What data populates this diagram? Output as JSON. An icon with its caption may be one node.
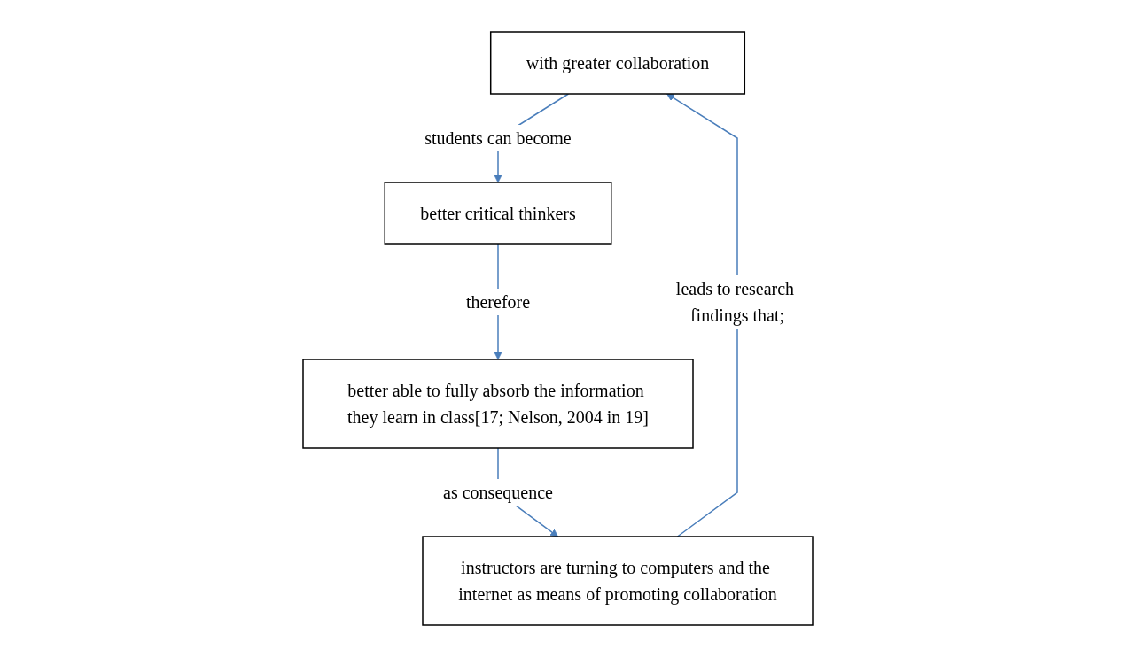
{
  "diagram": {
    "nodes": [
      {
        "text": [
          "with greater collaboration"
        ]
      },
      {
        "text": [
          "better critical thinkers"
        ]
      },
      {
        "text": [
          "better able to fully absorb the information they learn in class[17; Nelson, 2004 in 19]"
        ]
      },
      {
        "text": [
          "instructors are turning to computers and the internet as means of promoting collaboration"
        ]
      }
    ],
    "edges": [
      {
        "from": 0,
        "to": 1,
        "arrow": "to",
        "label": "students can become"
      },
      {
        "from": 1,
        "to": 2,
        "arrow": "to",
        "label": "therefore"
      },
      {
        "from": 2,
        "to": 3,
        "arrow": "to",
        "label": "as consequence"
      },
      {
        "from": 3,
        "to": 0,
        "arrow": "to",
        "label": "leads to research findings that;"
      }
    ]
  }
}
